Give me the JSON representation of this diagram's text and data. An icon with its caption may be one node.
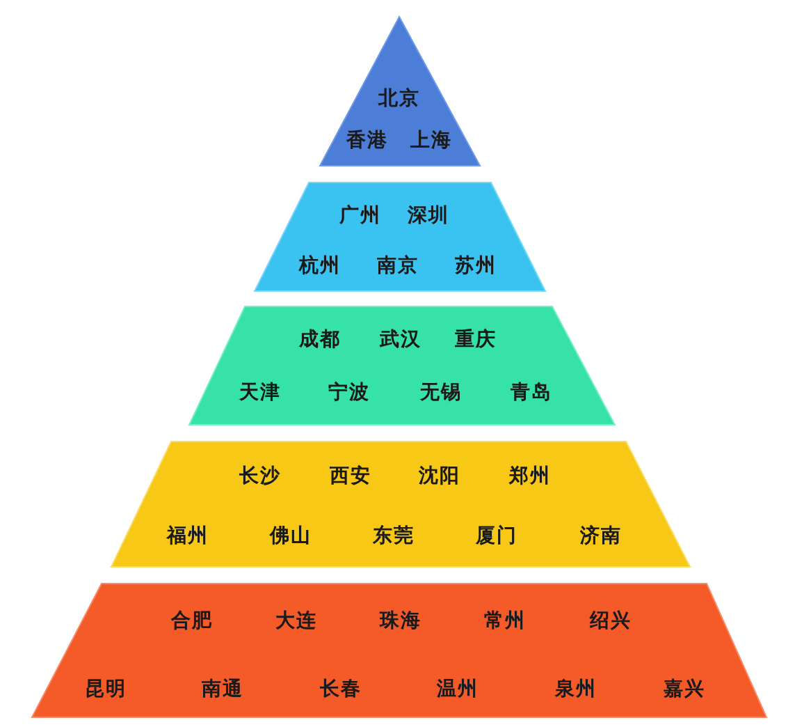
{
  "diagram": {
    "nodes": [
      {
        "text": [
          "北京",
          "香港",
          "上海"
        ]
      },
      {
        "text": [
          "广州",
          "深圳",
          "杭州",
          "南京",
          "苏州"
        ]
      },
      {
        "text": [
          "成都",
          "武汉",
          "重庆",
          "天津",
          "宁波",
          "无锡",
          "青岛"
        ]
      },
      {
        "text": [
          "长沙",
          "西安",
          "沈阳",
          "郑州",
          "福州",
          "佛山",
          "东莞",
          "厦门",
          "济南"
        ]
      },
      {
        "text": [
          "合肥",
          "大连",
          "珠海",
          "常州",
          "绍兴",
          "昆明",
          "南通",
          "长春",
          "温州",
          "泉州",
          "嘉兴"
        ]
      }
    ]
  }
}
